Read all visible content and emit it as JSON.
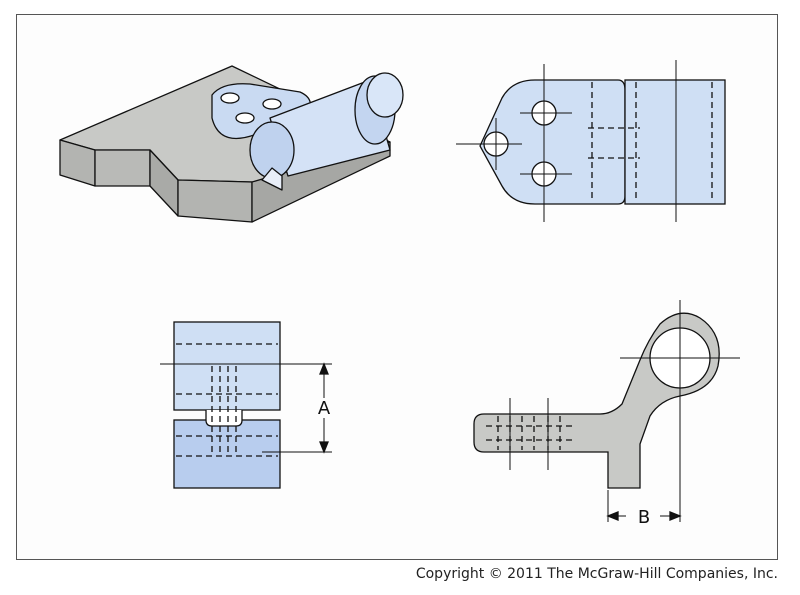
{
  "figure": {
    "label_a": "A",
    "label_b": "B",
    "colors": {
      "blue_fill": "#cfdff4",
      "blue_dark": "#b8cdee",
      "gray_fill": "#c8c9c6",
      "gray_dark": "#a9aaa7",
      "line": "#111111"
    }
  },
  "footer": {
    "copyright": "Copyright © 2011 The McGraw-Hill Companies, Inc."
  }
}
